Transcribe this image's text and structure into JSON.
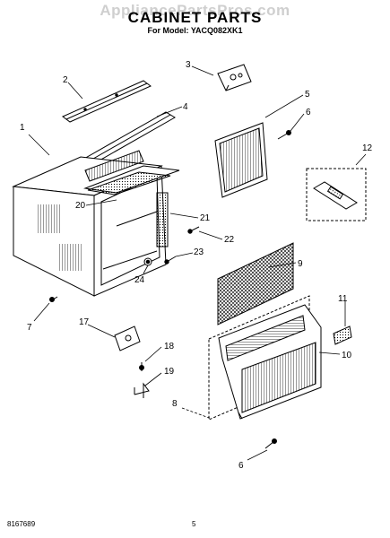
{
  "header": {
    "watermark": "AppliancePartsPros.com",
    "title": "CABINET PARTS",
    "subtitle": "For Model: YACQ082XK1"
  },
  "callouts": {
    "c1": "1",
    "c2": "2",
    "c3": "3",
    "c4": "4",
    "c5": "5",
    "c6a": "6",
    "c6b": "6",
    "c7": "7",
    "c8": "8",
    "c9": "9",
    "c10": "10",
    "c11": "11",
    "c12": "12",
    "c17": "17",
    "c18": "18",
    "c19": "19",
    "c20": "20",
    "c21": "21",
    "c22": "22",
    "c23": "23",
    "c24": "24"
  },
  "footer": {
    "doc_number": "8167689",
    "page_number": "5"
  }
}
